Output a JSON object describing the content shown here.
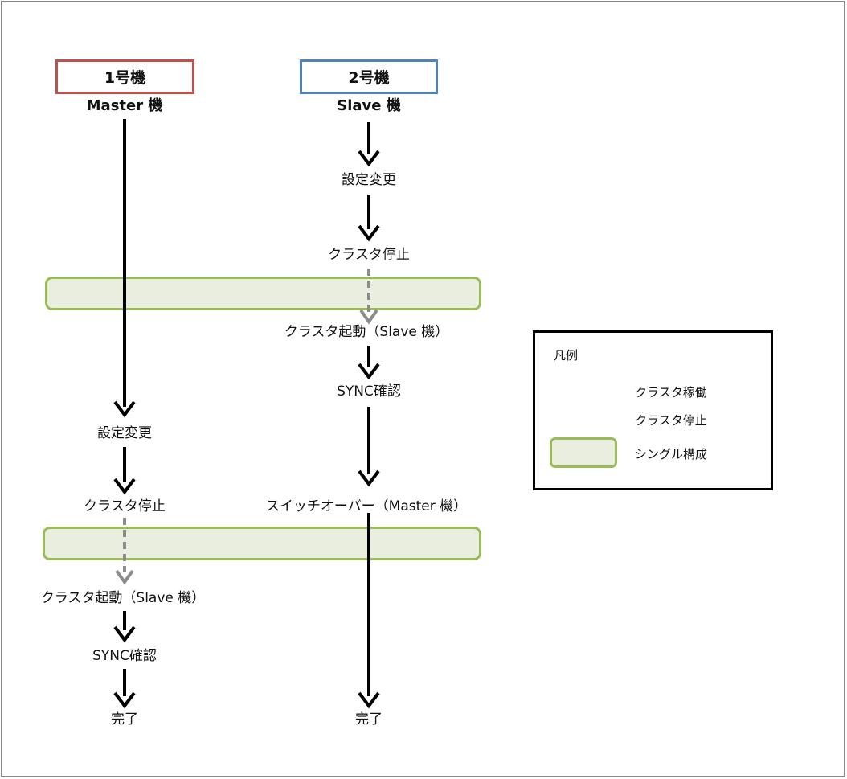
{
  "nodes": {
    "host1": {
      "title": "1号機",
      "role": "Master 機"
    },
    "host2": {
      "title": "2号機",
      "role": "Slave 機"
    }
  },
  "column1": {
    "setting_change": "設定変更",
    "cluster_stop": "クラスタ停止",
    "cluster_start": "クラスタ起動（Slave  機）",
    "sync_check": "SYNC確認",
    "done": "完了"
  },
  "column2": {
    "setting_change": "設定変更",
    "cluster_stop": "クラスタ停止",
    "cluster_start": "クラスタ起動（Slave  機）",
    "sync_check": "SYNC確認",
    "switchover": "スイッチオーバー（Master  機）",
    "done": "完了"
  },
  "legend": {
    "title": "凡例",
    "running": "クラスタ稼働",
    "stopped": "クラスタ停止",
    "single": "シングル構成"
  },
  "colors": {
    "host1_border": "#c0504d",
    "host2_border": "#4f81bd",
    "band_fill": "#e9eedf",
    "band_border": "#9bbb59",
    "arrow_active": "#000000",
    "arrow_stopped": "#8c8c8c"
  }
}
